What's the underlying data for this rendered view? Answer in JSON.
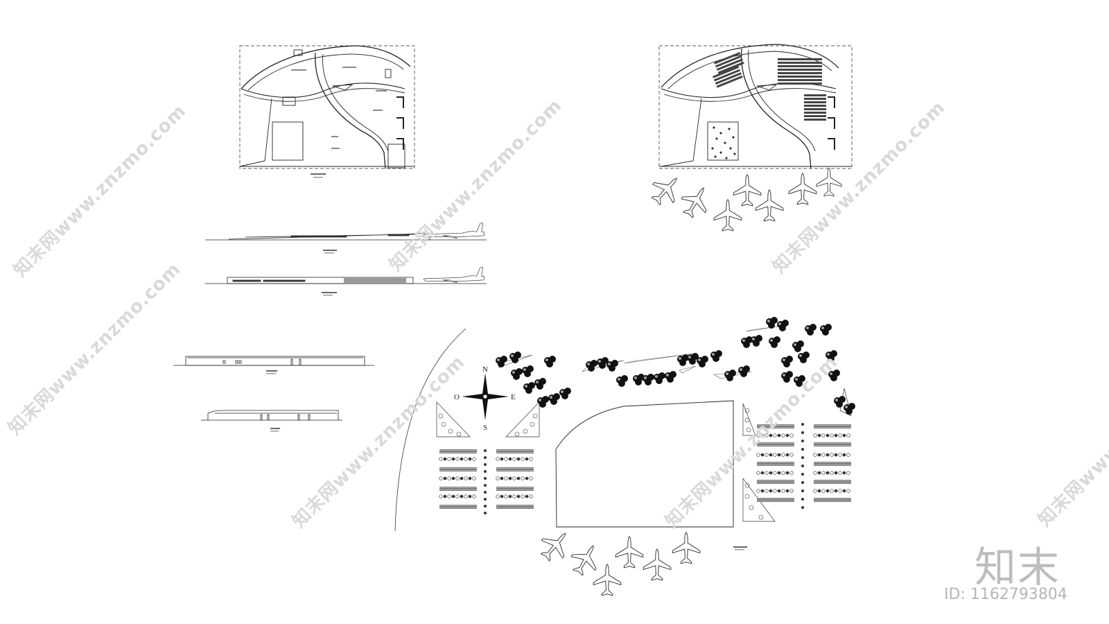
{
  "watermark": {
    "text": "知末网www.znzmo.com"
  },
  "branding": {
    "logo": "知末",
    "id_label": "ID: 1162793804"
  },
  "compass": {
    "n": "N",
    "s": "S",
    "e": "E",
    "w": "O"
  },
  "colors": {
    "line": "#222222",
    "watermark": "#d9d9d9",
    "logo": "#bdbdbd"
  }
}
